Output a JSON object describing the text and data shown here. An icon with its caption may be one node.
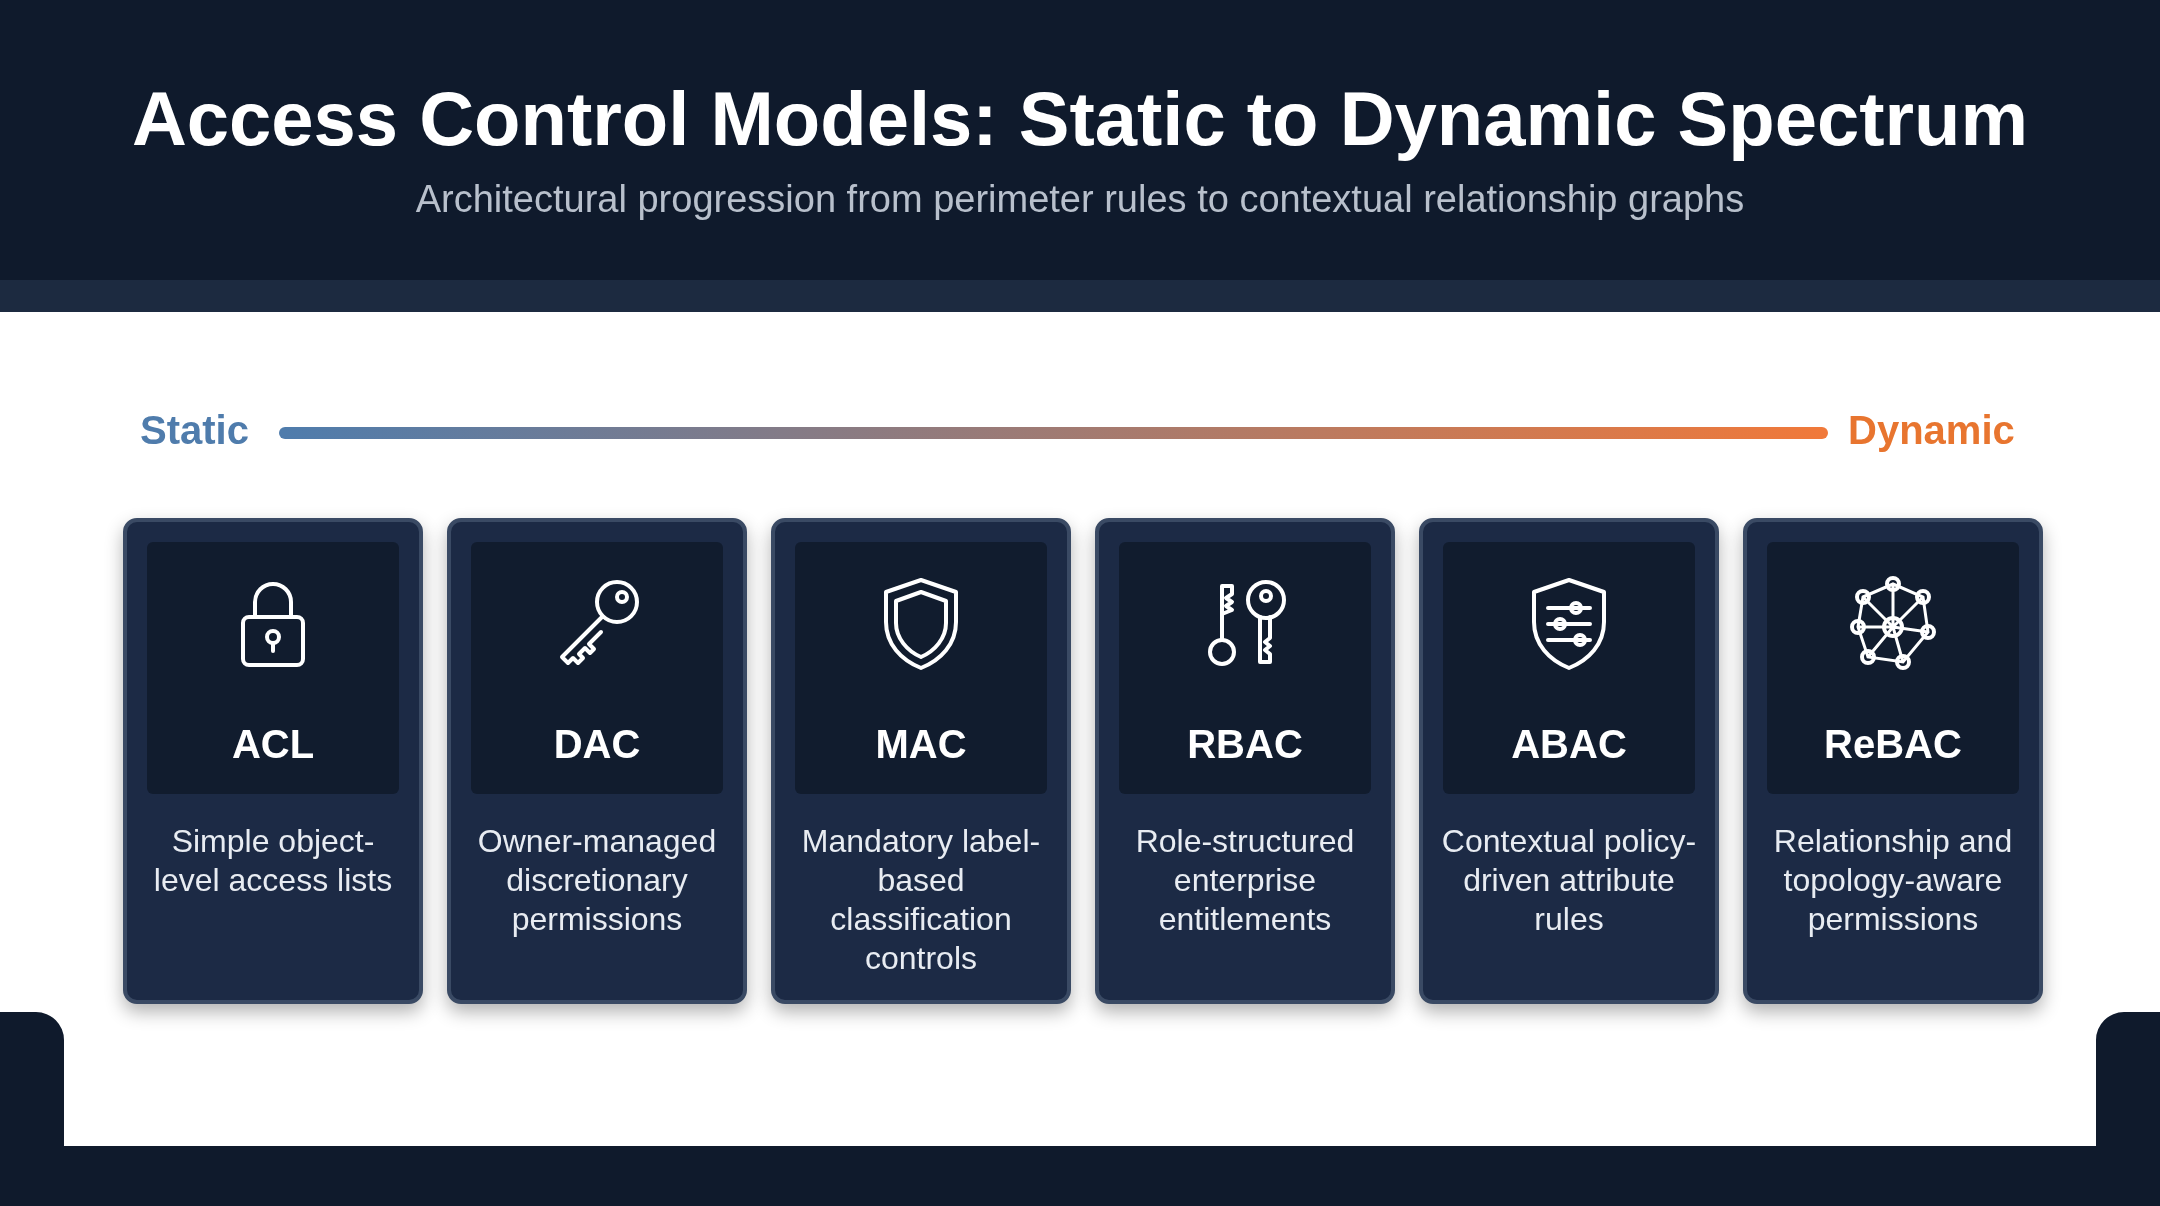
{
  "diagram": {
    "title": "Access Control Models: Static to Dynamic Spectrum",
    "nodes": [
      {
        "text": [
          "ACL",
          "Simple object-level access lists"
        ]
      },
      {
        "text": [
          "DAC",
          "Owner-managed discretionary permissions"
        ]
      },
      {
        "text": [
          "MAC",
          "Mandatory label-based classification controls"
        ]
      },
      {
        "text": [
          "RBAC",
          "Role-structured enterprise entitlements"
        ]
      },
      {
        "text": [
          "ABAC",
          "Contextual policy-driven attribute rules"
        ]
      },
      {
        "text": [
          "ReBAC",
          "Relationship and topology-aware permissions"
        ]
      }
    ],
    "edges": [],
    "labels": [
      "Architectural progression from perimeter rules to contextual relationship graphs",
      "Static",
      "Dynamic"
    ]
  }
}
